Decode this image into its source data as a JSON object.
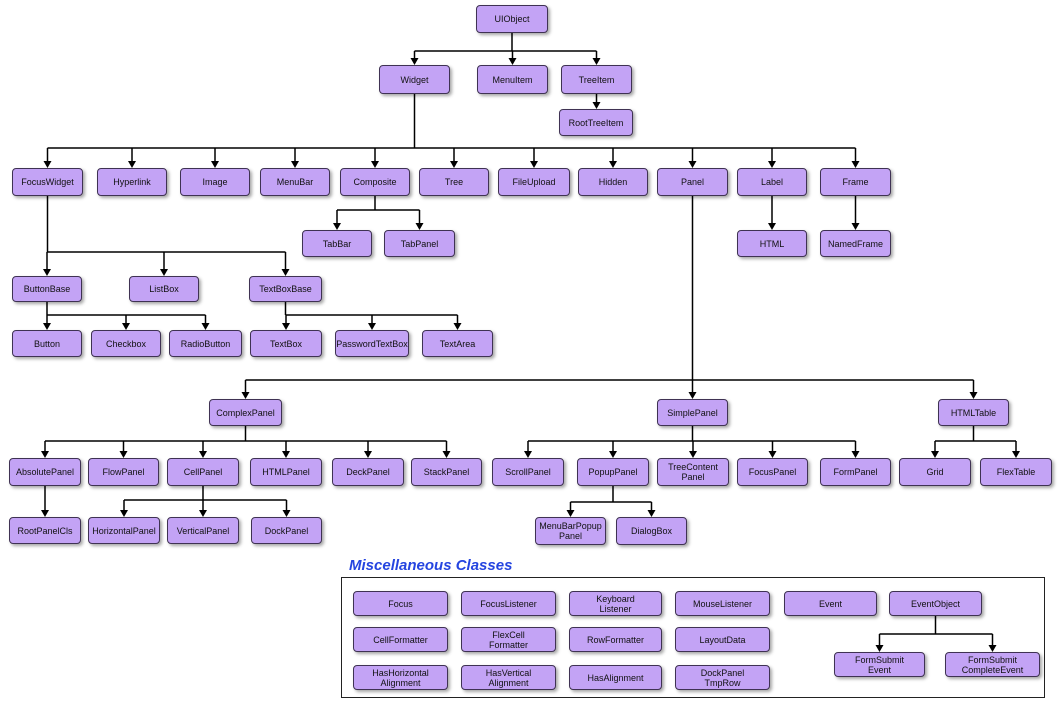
{
  "colors": {
    "node_fill": "#c3a3f5",
    "node_border": "#3f3253",
    "edge": "#000000",
    "misc_title": "#2545e0"
  },
  "misc_title": "Miscellaneous Classes",
  "nodes": {
    "uiobject": "UIObject",
    "widget": "Widget",
    "menuitem": "MenuItem",
    "treeitem": "TreeItem",
    "roottreeitem": "RootTreeItem",
    "focuswidget": "FocusWidget",
    "hyperlink": "Hyperlink",
    "image": "Image",
    "menubar": "MenuBar",
    "composite": "Composite",
    "tree": "Tree",
    "fileupload": "FileUpload",
    "hidden": "Hidden",
    "panel": "Panel",
    "label": "Label",
    "frame": "Frame",
    "tabbar": "TabBar",
    "tabpanel": "TabPanel",
    "html": "HTML",
    "namedframe": "NamedFrame",
    "buttonbase": "ButtonBase",
    "listbox": "ListBox",
    "textboxbase": "TextBoxBase",
    "button": "Button",
    "checkbox": "Checkbox",
    "radiobutton": "RadioButton",
    "textbox": "TextBox",
    "passwordtextbox": "PasswordTextBox",
    "textarea": "TextArea",
    "complexpanel": "ComplexPanel",
    "simplepanel": "SimplePanel",
    "htmltable": "HTMLTable",
    "absolutepanel": "AbsolutePanel",
    "flowpanel": "FlowPanel",
    "cellpanel": "CellPanel",
    "htmlpanel": "HTMLPanel",
    "deckpanel": "DeckPanel",
    "stackpanel": "StackPanel",
    "scrollpanel": "ScrollPanel",
    "popuppanel": "PopupPanel",
    "treecontentpanel": "TreeContent\nPanel",
    "focuspanel": "FocusPanel",
    "formpanel": "FormPanel",
    "grid": "Grid",
    "flextable": "FlexTable",
    "rootpanelcls": "RootPanelCls",
    "horizontalpanel": "HorizontalPanel",
    "verticalpanel": "VerticalPanel",
    "dockpanel": "DockPanel",
    "menubarpopuppanel": "MenuBarPopup\nPanel",
    "dialogbox": "DialogBox",
    "focus": "Focus",
    "focuslistener": "FocusListener",
    "keyboardlistener": "Keyboard\nListener",
    "mouselistener": "MouseListener",
    "event": "Event",
    "eventobject": "EventObject",
    "cellformatter": "CellFormatter",
    "flexcellformatter": "FlexCell\nFormatter",
    "rowformatter": "RowFormatter",
    "layoutdata": "LayoutData",
    "hashorizontalalignment": "HasHorizontal\nAlignment",
    "hasverticalalignment": "HasVertical\nAlignment",
    "hasalignment": "HasAlignment",
    "dockpaneltmprow": "DockPanel\nTmpRow",
    "formsubmitevent": "FormSubmit\nEvent",
    "formsubmitcompleteevent": "FormSubmit\nCompleteEvent"
  }
}
